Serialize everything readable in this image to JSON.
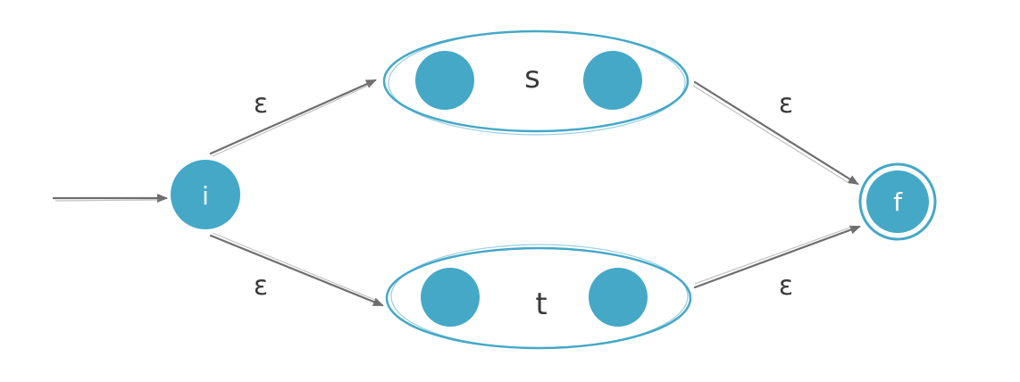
{
  "colors": {
    "node": "#45a8c7",
    "outline": "#45a8c7",
    "edge": "#6e6e6e",
    "text": "#3a3a3a"
  },
  "nodes": {
    "initial": {
      "label": "i",
      "shape": "circle"
    },
    "final": {
      "label": "f",
      "shape": "double-circle"
    }
  },
  "groups": {
    "top": {
      "label": "s"
    },
    "bottom": {
      "label": "t"
    }
  },
  "edges": [
    {
      "from": "start",
      "to": "i",
      "label": ""
    },
    {
      "from": "i",
      "to": "s",
      "label": "ε"
    },
    {
      "from": "i",
      "to": "t",
      "label": "ε"
    },
    {
      "from": "s",
      "to": "f",
      "label": "ε"
    },
    {
      "from": "t",
      "to": "f",
      "label": "ε"
    }
  ]
}
